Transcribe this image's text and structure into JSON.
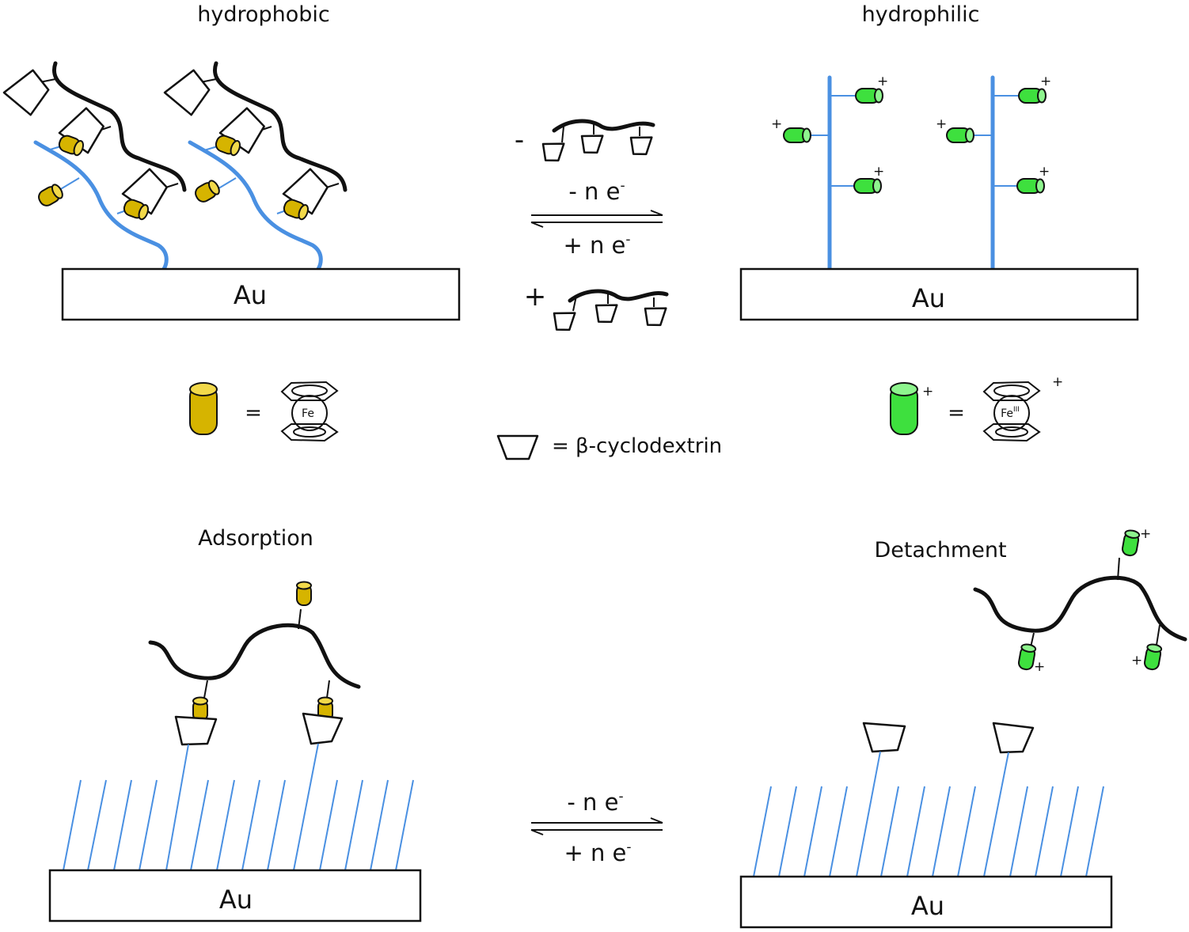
{
  "labels": {
    "top_left_title": "hydrophobic",
    "top_right_title": "hydrophilic",
    "bottom_left_title": "Adsorption",
    "bottom_right_title": "Detachment",
    "surface": "Au"
  },
  "reaction": {
    "oxidation": "- n e",
    "reduction": "+ n e",
    "electron_superscript": "-",
    "minus_sign": "-",
    "plus_sign": "+"
  },
  "legend": {
    "equals": "=",
    "fe": "Fe",
    "fe_iii": "Fe",
    "fe_iii_superscript": "III",
    "charge": "+",
    "cyclodextrin": "= β-cyclodextrin"
  },
  "colors": {
    "ferrocene_reduced": "#d6b400",
    "ferrocenium_oxidized": "#3ee03e",
    "polymer_chain": "#4a90e2",
    "guest_polymer": "#111111"
  }
}
